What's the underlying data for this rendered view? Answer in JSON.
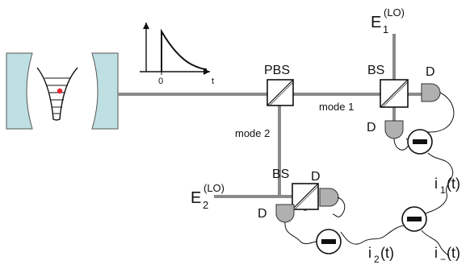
{
  "components": {
    "pbs": "PBS",
    "bs_top": "BS",
    "bs_bottom": "BS",
    "detector": "D"
  },
  "modes": {
    "mode1": "mode 1",
    "mode2": "mode 2"
  },
  "local_oscillators": {
    "lo1": {
      "base": "E",
      "sub": "1",
      "sup": "(LO)"
    },
    "lo2": {
      "base": "E",
      "sub": "2",
      "sup": "(LO)"
    }
  },
  "currents": {
    "i1": {
      "base": "i",
      "sub": "1",
      "arg": "(t)"
    },
    "i2": {
      "base": "i",
      "sub": "2",
      "arg": "(t)"
    },
    "iminus": {
      "base": "i",
      "sub": "−",
      "arg": "(t)"
    }
  },
  "pulse_inset": {
    "origin_label": "0",
    "time_label": "t"
  },
  "colors": {
    "beam": "#8a8a8a",
    "mirror": "#bfe0e2",
    "detector": "#b0b0b0",
    "atom": "#e8262d"
  },
  "icons": {
    "subtractor": "minus-circle-icon"
  }
}
